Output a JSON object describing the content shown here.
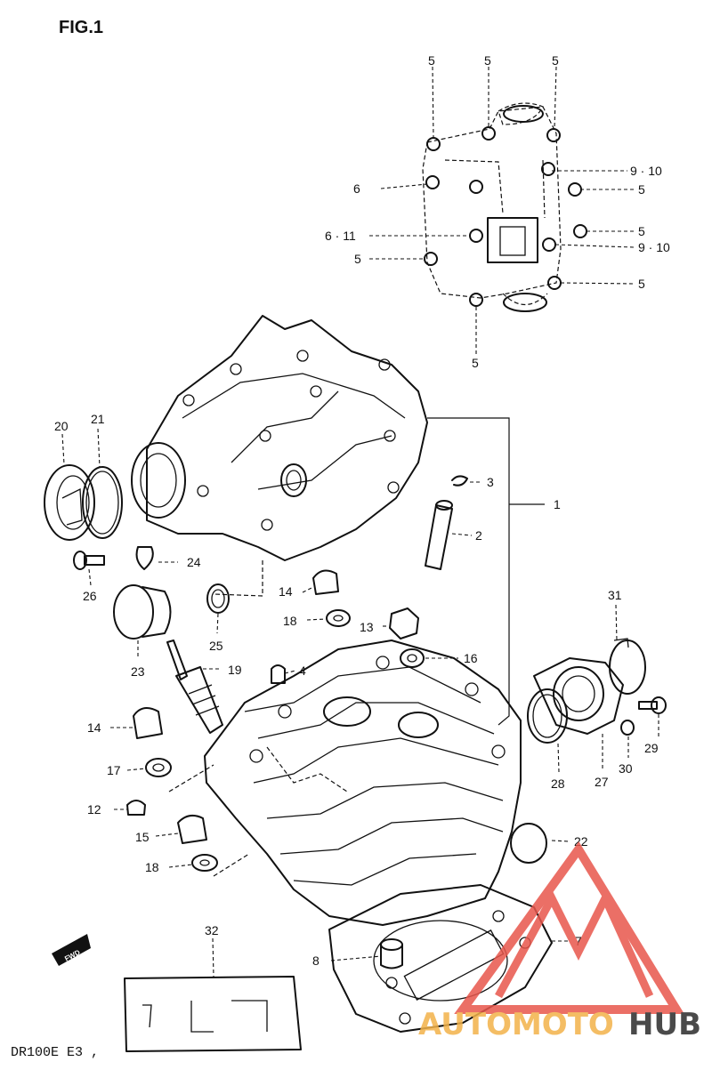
{
  "figure_title": "FIG.1",
  "model_code": "DR100E E3 ,",
  "fwd_marker": "FWD",
  "watermark": {
    "part1": "AUTOMOTO",
    "part2": "HUB",
    "color_primary": "#e8574c",
    "color_accent": "#f3b24a",
    "color_dark": "#2b2b2b"
  },
  "labels": [
    {
      "id": "lbl-5-a",
      "text": "5"
    },
    {
      "id": "lbl-5-b",
      "text": "5"
    },
    {
      "id": "lbl-5-c",
      "text": "5"
    },
    {
      "id": "lbl-9-10-a",
      "text": "9 · 10"
    },
    {
      "id": "lbl-6",
      "text": "6"
    },
    {
      "id": "lbl-5-d",
      "text": "5"
    },
    {
      "id": "lbl-6-11",
      "text": "6 · 11"
    },
    {
      "id": "lbl-5-e",
      "text": "5"
    },
    {
      "id": "lbl-9-10-b",
      "text": "9 · 10"
    },
    {
      "id": "lbl-5-f",
      "text": "5"
    },
    {
      "id": "lbl-5-g",
      "text": "5"
    },
    {
      "id": "lbl-5-h",
      "text": "5"
    },
    {
      "id": "lbl-1",
      "text": "1"
    },
    {
      "id": "lbl-2",
      "text": "2"
    },
    {
      "id": "lbl-3",
      "text": "3"
    },
    {
      "id": "lbl-4",
      "text": "4"
    },
    {
      "id": "lbl-7",
      "text": "7"
    },
    {
      "id": "lbl-8",
      "text": "8"
    },
    {
      "id": "lbl-12",
      "text": "12"
    },
    {
      "id": "lbl-13",
      "text": "13"
    },
    {
      "id": "lbl-14-a",
      "text": "14"
    },
    {
      "id": "lbl-14-b",
      "text": "14"
    },
    {
      "id": "lbl-15",
      "text": "15"
    },
    {
      "id": "lbl-16",
      "text": "16"
    },
    {
      "id": "lbl-17",
      "text": "17"
    },
    {
      "id": "lbl-18-a",
      "text": "18"
    },
    {
      "id": "lbl-18-b",
      "text": "18"
    },
    {
      "id": "lbl-19",
      "text": "19"
    },
    {
      "id": "lbl-20",
      "text": "20"
    },
    {
      "id": "lbl-21",
      "text": "21"
    },
    {
      "id": "lbl-22",
      "text": "22"
    },
    {
      "id": "lbl-23",
      "text": "23"
    },
    {
      "id": "lbl-24",
      "text": "24"
    },
    {
      "id": "lbl-25",
      "text": "25"
    },
    {
      "id": "lbl-26",
      "text": "26"
    },
    {
      "id": "lbl-27",
      "text": "27"
    },
    {
      "id": "lbl-28",
      "text": "28"
    },
    {
      "id": "lbl-29",
      "text": "29"
    },
    {
      "id": "lbl-30",
      "text": "30"
    },
    {
      "id": "lbl-31",
      "text": "31"
    },
    {
      "id": "lbl-32",
      "text": "32"
    }
  ]
}
